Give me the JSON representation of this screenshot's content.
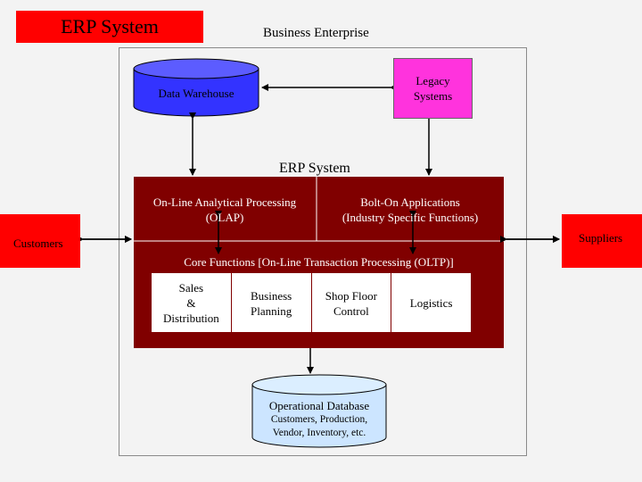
{
  "title": "ERP System",
  "enterprise_label": "Business Enterprise",
  "data_warehouse": "Data Warehouse",
  "legacy_systems": [
    "Legacy",
    "Systems"
  ],
  "erp_title": "ERP  System",
  "olap": [
    "On-Line Analytical Processing",
    "(OLAP)"
  ],
  "bolt_on": [
    "Bolt-On Applications",
    "(Industry Specific Functions)"
  ],
  "core_functions": "Core Functions [On-Line Transaction Processing (OLTP)]",
  "functions": {
    "sales": [
      "Sales",
      "&",
      "Distribution"
    ],
    "business_planning": [
      "Business",
      "Planning"
    ],
    "shop_floor": [
      "Shop Floor",
      "Control"
    ],
    "logistics": "Logistics"
  },
  "customers": "Customers",
  "suppliers": "Suppliers",
  "operational_db": {
    "title": "Operational Database",
    "detail": [
      "Customers, Production,",
      "Vendor, Inventory, etc."
    ]
  },
  "colors": {
    "title_bg": "#ff0000",
    "erp_block": "#800000",
    "legacy_bg": "#ff33dd",
    "warehouse": "#3333ff",
    "database": "#cce5ff",
    "side_boxes": "#ff0000"
  }
}
